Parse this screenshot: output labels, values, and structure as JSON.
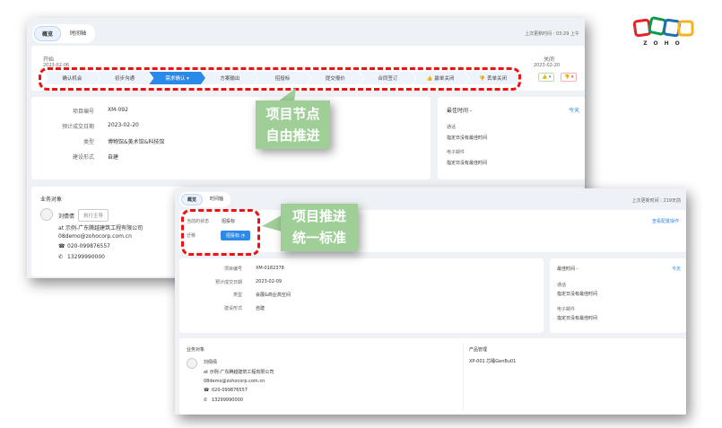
{
  "logo": {
    "text": "ZOHO",
    "colors": [
      "#e42527",
      "#089949",
      "#226db4",
      "#f9b21d"
    ]
  },
  "callouts": [
    {
      "lines": [
        "项目节点",
        "自由推进"
      ]
    },
    {
      "lines": [
        "项目推进",
        "统一标准"
      ]
    }
  ],
  "shot1": {
    "tabs": [
      "概览",
      "时间轴"
    ],
    "last_updated": "上次更新时间 : 03:29 上午",
    "start_label": "开始",
    "start_date": "2023-02-06",
    "end_label": "关闭",
    "end_date": "2023-02-20",
    "stages": [
      "确认机会",
      "初步沟通",
      "需求确认 ▾",
      "方案输出",
      "招投标",
      "提交报价",
      "合同签订",
      "👍 赢单关闭",
      "👎 丢单关闭"
    ],
    "active_stage": 2,
    "won_button": "👍 ▾",
    "lost_button": "👎 ▾",
    "fields": [
      {
        "label": "项目编号",
        "value": "XM-092"
      },
      {
        "label": "预计成交日期",
        "value": "2023-02-20"
      },
      {
        "label": "类型",
        "value": "博物馆&美术馆&科技馆"
      },
      {
        "label": "建设形式",
        "value": "自建"
      }
    ],
    "best_time": {
      "title": "最佳时间 -",
      "today": "今天",
      "call_label": "通话",
      "call_value": "指定日没有最佳时间",
      "email_label": "电子邮件",
      "email_value": "指定日没有最佳时间"
    },
    "business": {
      "title": "业务对象",
      "name": "刘倩倩",
      "role_button": "执行主导",
      "company": "at 示例-广东腾越建筑工程有限公司",
      "email": "08demo@zohocorp.com.cn",
      "phone": "020-099876557",
      "mobile": "13299990000"
    }
  },
  "shot2": {
    "tabs": [
      "概览",
      "时间轴"
    ],
    "last_updated": "上次更新时间 : 219天前",
    "status_label": "当前的状态",
    "status_value": "招投标",
    "transition_label": "迁移",
    "transition_button": "招投标 ◔",
    "config_link": "查看配置操作",
    "fields": [
      {
        "label": "项目编号",
        "value": "XM-0182378"
      },
      {
        "label": "预计成交日期",
        "value": "2023-02-09"
      },
      {
        "label": "类型",
        "value": "会展&商业高空间"
      },
      {
        "label": "建设形式",
        "value": "自建"
      }
    ],
    "best_time": {
      "title": "最佳时间 -",
      "today": "今天",
      "call_label": "通话",
      "call_value": "指定日没有最佳时间",
      "email_label": "电子邮件",
      "email_value": "指定日没有最佳时间"
    },
    "business": {
      "title": "业务对象",
      "name": "刘倩倩",
      "company": "at 示例-广东腾越建筑工程有限公司",
      "email": "08demo@zohocorp.com.cn",
      "phone": "020-099876557",
      "mobile": "13299990000"
    },
    "products": {
      "title": "产品管理",
      "item": "XP-001   芯睡GenBu01"
    }
  }
}
